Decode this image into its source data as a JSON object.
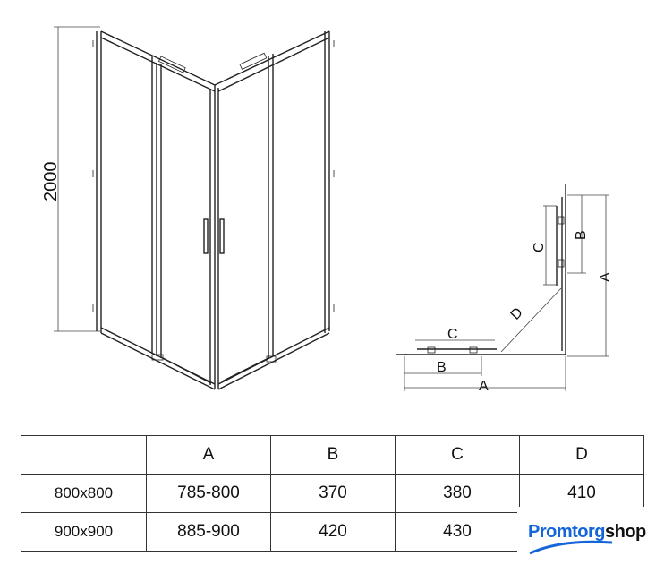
{
  "drawing": {
    "height_label": "2000",
    "plan_labels": {
      "a": "A",
      "b": "B",
      "c": "C",
      "d": "D"
    }
  },
  "table": {
    "headers": [
      "",
      "A",
      "B",
      "C",
      "D"
    ],
    "rows": [
      {
        "size": "800x800",
        "a": "785-800",
        "b": "370",
        "c": "380",
        "d": "410"
      },
      {
        "size": "900x900",
        "a": "885-900",
        "b": "420",
        "c": "430",
        "d": ""
      }
    ]
  },
  "logo": {
    "part1": "Promtorg",
    "part2": "shop",
    "accent": "#1565d8"
  }
}
